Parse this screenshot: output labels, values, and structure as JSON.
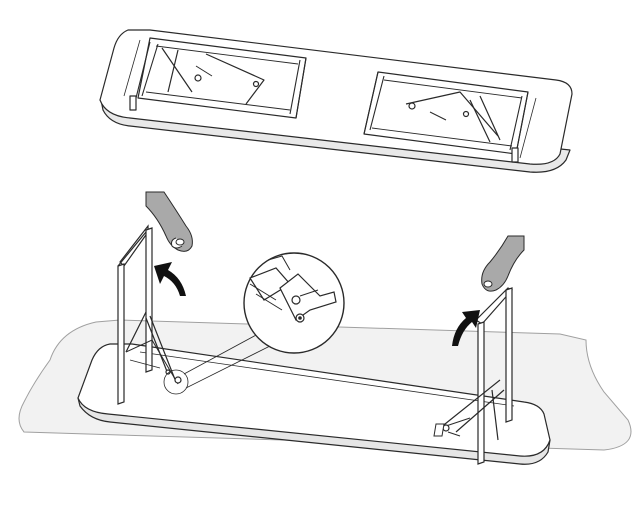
{
  "figure": {
    "kind": "assembly-instruction",
    "steps": [
      {
        "state": "folded",
        "view": "underside"
      },
      {
        "state": "legs-unfolding",
        "view": "underside-on-floor"
      }
    ],
    "callout": {
      "subject": "leg-lock-bracket"
    },
    "colors": {
      "line": "#2a2a2a",
      "floor_fill": "#f2f2f2",
      "floor_line": "#a0a0a0",
      "hand_fill": "#a9a9a9",
      "table_fill": "#ffffff"
    },
    "icons": [
      "hand-icon",
      "curved-arrow-icon",
      "magnifier-callout-icon"
    ]
  }
}
